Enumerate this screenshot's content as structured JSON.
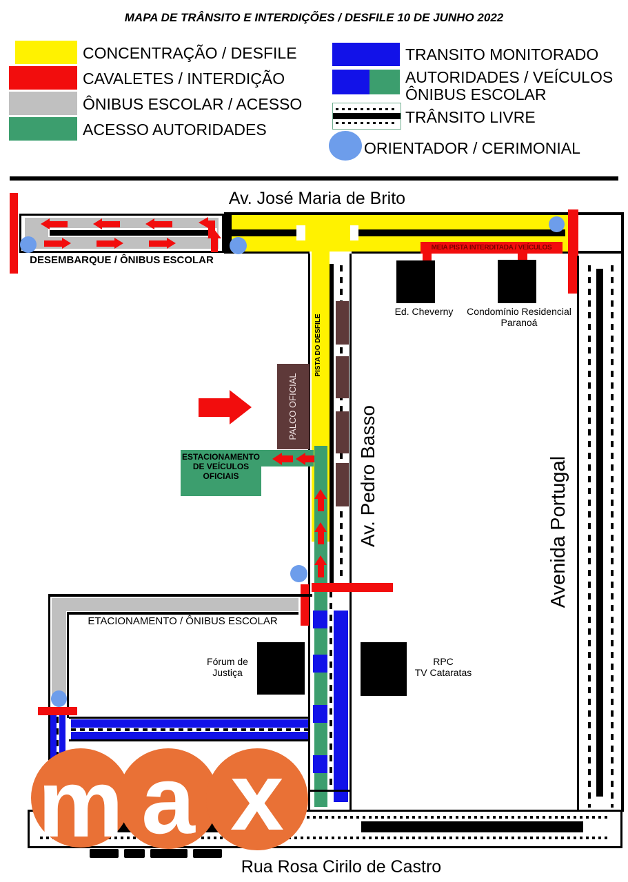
{
  "title": "MAPA DE TRÂNSITO E INTERDIÇÕES / DESFILE 10 DE JUNHO 2022",
  "legend": {
    "left": [
      {
        "swatch": "yellow",
        "label": "CONCENTRAÇÃO / DESFILE"
      },
      {
        "swatch": "red",
        "label": "CAVALETES / INTERDIÇÃO"
      },
      {
        "swatch": "gray",
        "label": "ÔNIBUS ESCOLAR / ACESSO"
      },
      {
        "swatch": "green",
        "label": "ACESSO AUTORIDADES"
      }
    ],
    "right": {
      "monitored": "TRANSITO MONITORADO",
      "authorities_line1": "AUTORIDADES / VEÍCULOS",
      "authorities_line2": "ÔNIBUS ESCOLAR",
      "free_transit": "TRÂNSITO LIVRE",
      "orientador": "ORIENTADOR / CERIMONIAL"
    }
  },
  "map": {
    "streets": {
      "north": "Av. José Maria de Brito",
      "center": "Av. Pedro Basso",
      "east": "Avenida Portugal",
      "south": "Rua Rosa Cirilo de Castro"
    },
    "areas": {
      "desembarque": "DESEMBARQUE / ÔNIBUS ESCOLAR",
      "meia_pista": "MEIA PISTA INTERDITADA / VEÍCULOS",
      "pista_desfile": "PISTA DO DESFILE",
      "palco": "PALCO OFICIAL",
      "estac_oficiais_l1": "ESTACIONAMENTO",
      "estac_oficiais_l2": "DE VEÍCULOS",
      "estac_oficiais_l3": "OFICIAIS",
      "estac_onibus": "ETACIONAMENTO / ÔNIBUS ESCOLAR"
    },
    "buildings": {
      "cheverny": "Ed. Cheverny",
      "condominio_l1": "Condomínio Residencial",
      "condominio_l2": "Paranoá",
      "forum_l1": "Fórum de",
      "forum_l2": "Justiça",
      "rpc_l1": "RPC",
      "rpc_l2": "TV Cataratas"
    }
  },
  "watermark": {
    "l1": "m",
    "l2": "a",
    "l3": "x"
  },
  "colors": {
    "yellow": "#FFF200",
    "red": "#F20D0D",
    "gray": "#C0C0C0",
    "green": "#3C9E6E",
    "blue": "#1212E8",
    "cornflower": "#6D9DEB",
    "brown": "#5E3939",
    "orange": "#E97136",
    "meia_pista_text": "#7B0000",
    "road_symbol_border": "#6FAE8F"
  }
}
